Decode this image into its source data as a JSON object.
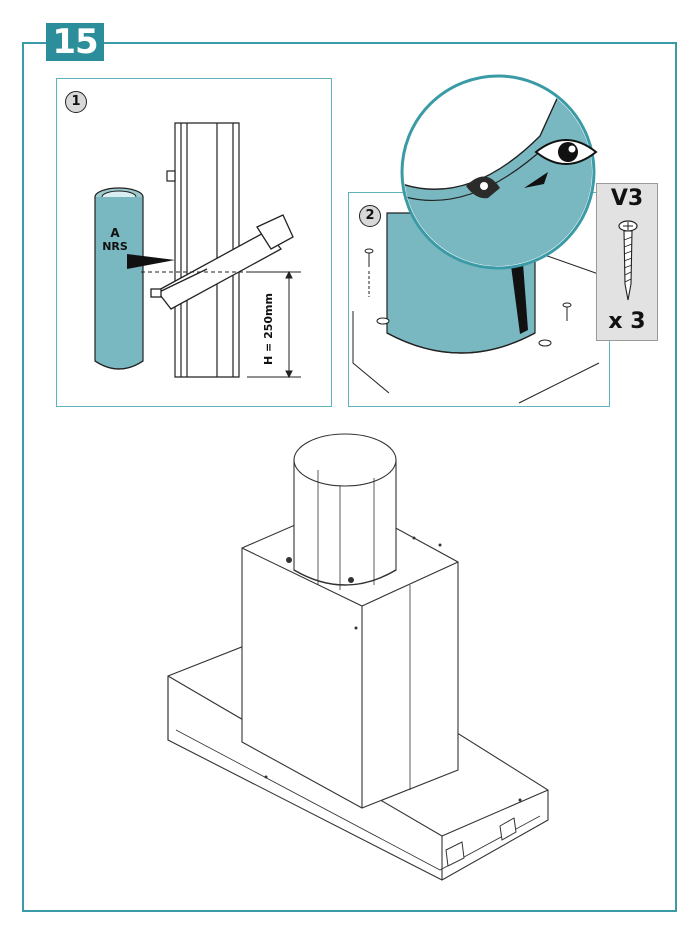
{
  "step_number": "15",
  "panel1": {
    "number": "1",
    "part_letter": "A",
    "part_code": "NRS",
    "height_label": "H = 250mm"
  },
  "panel2": {
    "number": "2"
  },
  "screw": {
    "code": "V3",
    "quantity": "x 3"
  },
  "colors": {
    "accent": "#2b8e9a",
    "duct_fill": "#79b8c0",
    "frame": "#3a9ba6"
  }
}
